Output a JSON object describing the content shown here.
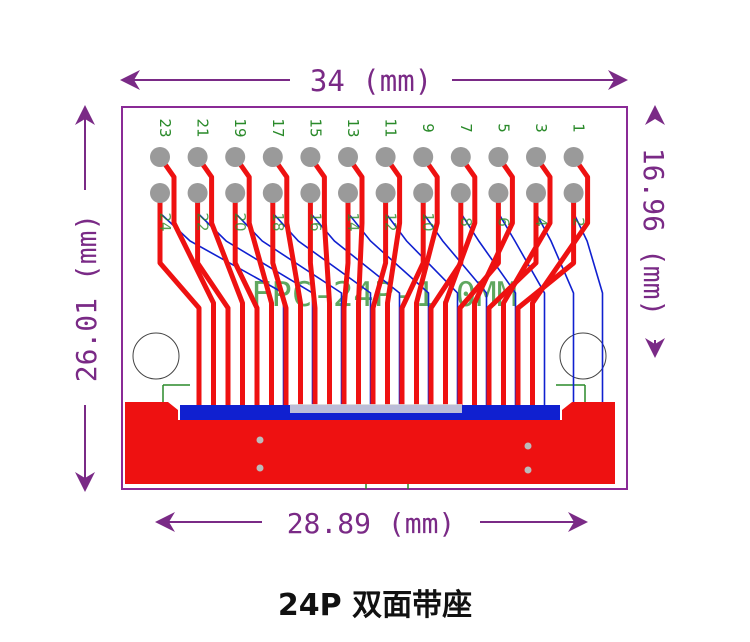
{
  "dimensions": {
    "width_top": "34 (mm)",
    "width_bottom": "28.89 (mm)",
    "height_left": "26.01 (mm)",
    "height_right": "16.96 (mm)"
  },
  "pins": {
    "top_row_labels": [
      "23",
      "21",
      "19",
      "17",
      "15",
      "13",
      "11",
      "9",
      "7",
      "5",
      "3",
      "1"
    ],
    "bottom_row_labels": [
      "24",
      "22",
      "20",
      "18",
      "16",
      "14",
      "12",
      "10",
      "8",
      "6",
      "4",
      "2"
    ]
  },
  "board_text": "FPC-24P-1.0MM",
  "caption": "24P 双面带座",
  "colors": {
    "outline": "#8a2a96",
    "copper": "#ee1111",
    "bottom_trace": "#1020d0",
    "pad": "#9a9a9a",
    "silkscreen": "#2a8a2a"
  }
}
